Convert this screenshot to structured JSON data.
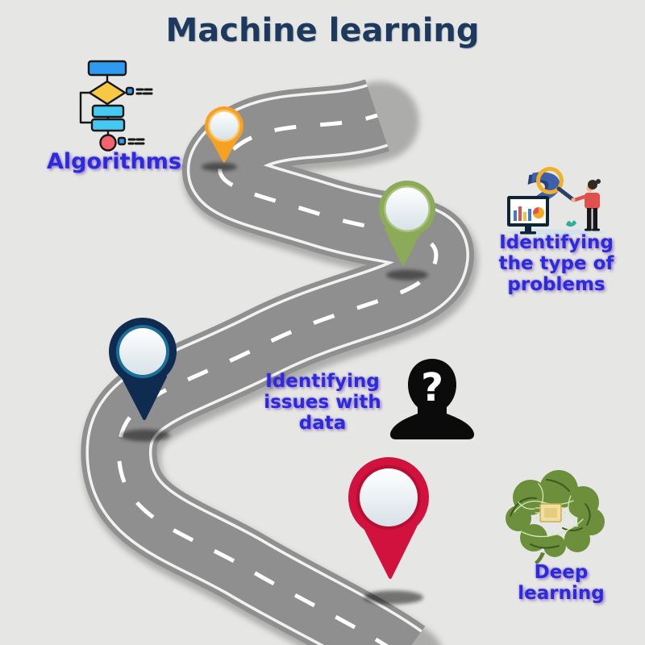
{
  "title": {
    "text": "Machine learning",
    "color": "#1d3a5e"
  },
  "background_color": "#e6e7e4",
  "road": {
    "surface_color": "#8f8f8f",
    "edge_line_color": "#f2f2f2",
    "center_line_color": "#ffffff",
    "style": "winding S-curve road with dashed center line, top-right to bottom-center"
  },
  "label_color": "#2a2ae0",
  "milestones": [
    {
      "id": "algorithms",
      "label": "Algorithms",
      "pin_color": "#f4a124",
      "pin_ring_color": "#fcc66a",
      "icon": "flowchart-icon"
    },
    {
      "id": "type-of-problems",
      "label": "Identifying the type of problems",
      "pin_color": "#8cab58",
      "pin_ring_color": "#a8c17c",
      "icon": "problem-search-icon"
    },
    {
      "id": "issues-with-data",
      "label": "Identifying issues with data",
      "pin_color": "#0f2b4f",
      "pin_ring_color": "#1b6e97",
      "icon": "head-question-icon"
    },
    {
      "id": "deep-learning",
      "label": "Deep learning",
      "pin_color": "#d2123e",
      "pin_ring_color": "#b80e33",
      "icon": "brain-circuit-icon"
    }
  ],
  "glyphs": {
    "question_mark": "?"
  }
}
